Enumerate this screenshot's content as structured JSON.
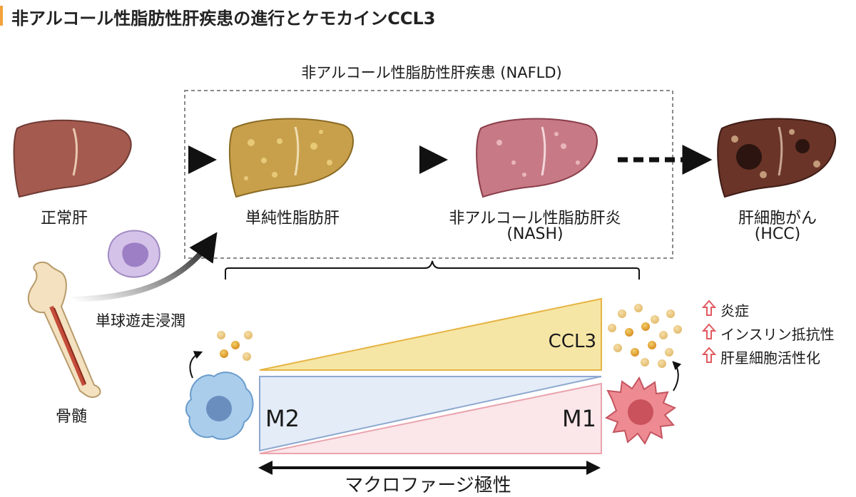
{
  "title": "非アルコール性脂肪性肝疾患の進行とケモカインCCL3",
  "nafld_box_label": "非アルコール性脂肪性肝疾患 (NAFLD)",
  "stages": {
    "normal": "正常肝",
    "simple_steatosis": "単純性脂肪肝",
    "nash_line1": "非アルコール性脂肪肝炎",
    "nash_line2": "(NASH)",
    "hcc_line1": "肝細胞がん",
    "hcc_line2": "(HCC)"
  },
  "monocyte_infiltration": "単球遊走浸潤",
  "bone_marrow": "骨髄",
  "ccl3_label": "CCL3",
  "m2_label": "M2",
  "m1_label": "M1",
  "polarity_label": "マクロファージ極性",
  "effects": [
    {
      "text": "炎症"
    },
    {
      "text": "インスリン抵抗性"
    },
    {
      "text": "肝星細胞活性化"
    }
  ],
  "colors": {
    "accent": "#f2a23a",
    "ccl3_fill": "#f6e6a6",
    "ccl3_stroke": "#e6b443",
    "m2_fill": "#e3ecf7",
    "m2_stroke": "#8da8cf",
    "m1_fill": "#fbe6ea",
    "m1_stroke": "#e9a4ad",
    "up_arrow": "#e05a60"
  }
}
